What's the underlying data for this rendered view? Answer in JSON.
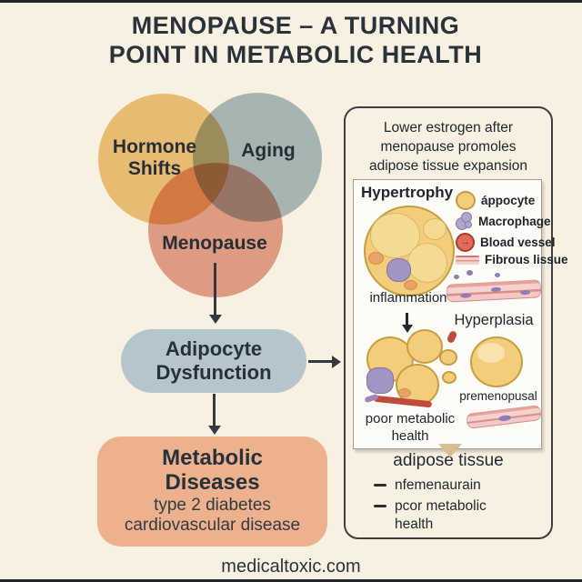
{
  "page": {
    "title_line1": "MENOPAUSE – A TURNING",
    "title_line2": "POINT IN METABOLIC HEALTH",
    "footer": "medicaltoxic.com"
  },
  "colors": {
    "background": "#f8f0e1",
    "title_text": "#2a323c",
    "venn_hormone": "#efc782",
    "venn_aging": "#abc0ca",
    "venn_menopause": "#e6a493",
    "adipocyte_box": "#b4c5cb",
    "metabolic_box": "#edb18e",
    "panel_border": "#403f3d",
    "adipocyte_yellow": "#f2ce7c",
    "macrophage_purple": "#a295c4",
    "blood_vessel_red": "#e26a5b",
    "fibrous_pink": "#f4d2d0"
  },
  "venn": {
    "circles": [
      {
        "label": "Hormone Shifts"
      },
      {
        "label": "Aging"
      },
      {
        "label": "Menopause"
      }
    ]
  },
  "flow": {
    "adipocyte_box": {
      "line1": "Adipocyte",
      "line2": "Dysfunction"
    },
    "metabolic_box": {
      "line1": "Metabolic",
      "line2": "Diseases",
      "sub1": "type 2 diabetes",
      "sub2": "cardiovascular disease"
    }
  },
  "panel": {
    "intro_line1": "Lower estrogen after",
    "intro_line2": "menopause promoles",
    "intro_line3": "adipose tissue expansion",
    "diagram": {
      "hypertrophy_label": "Hypertrophy",
      "inflammation_label": "inflammation",
      "hyperplasia_label": "Hyperplasia",
      "premenopausal_label": "premenopusal",
      "poor_health_label": "poor metabolic health",
      "icons": {
        "blood_vessel_glyph": "→"
      },
      "legend": [
        {
          "icon": "adipocyte-icon",
          "label": "áppocyte"
        },
        {
          "icon": "macrophage-icon",
          "label": "Macrophage"
        },
        {
          "icon": "blood-vessel-icon",
          "label": "Bload vessel"
        },
        {
          "icon": "fibrous-tissue-icon",
          "label": "Fibrous lissue"
        }
      ]
    },
    "adipose_title": "adipose tissue",
    "bullets": [
      "nfemenaurain",
      "pcor metabolic health"
    ]
  }
}
